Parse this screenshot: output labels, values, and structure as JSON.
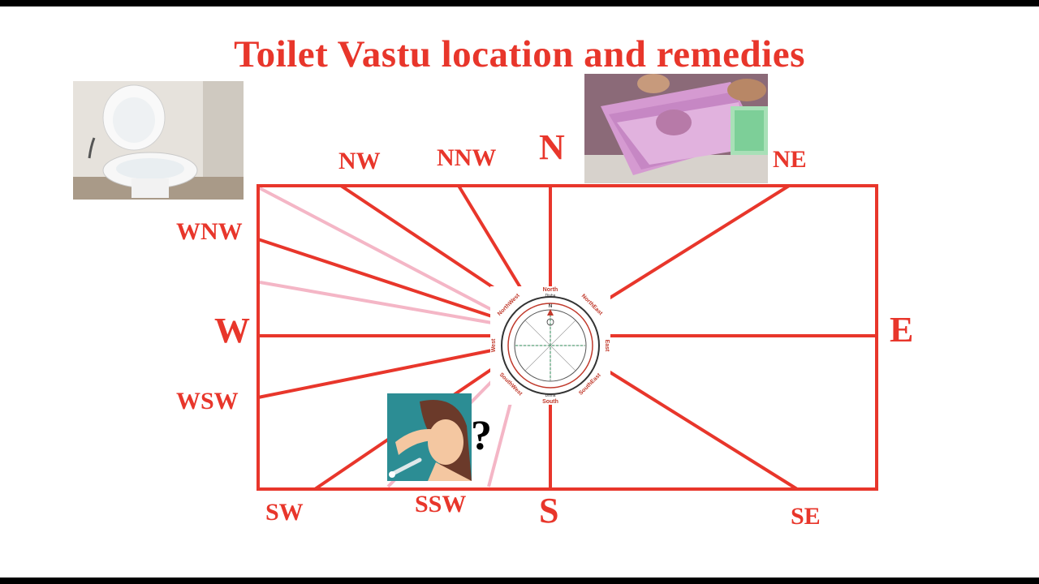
{
  "title": "Toilet Vastu location and remedies",
  "colors": {
    "red": "#e8362b",
    "pink": "#f4b6c6",
    "black": "#000000"
  },
  "directions": {
    "n": "N",
    "s": "S",
    "e": "E",
    "w": "W",
    "nw": "NW",
    "nnw": "NNW",
    "ne": "NE",
    "wnw": "WNW",
    "wsw": "WSW",
    "sw": "SW",
    "ssw": "SSW",
    "se": "SE"
  },
  "compass": {
    "north": "North",
    "south": "South",
    "east": "East",
    "west": "West",
    "northwest": "NorthWest",
    "northeast": "NorthEast",
    "southwest": "SouthWest",
    "southeast": "SouthEast",
    "disha": "Disha",
    "n_letter": "N"
  },
  "question_mark": "?",
  "images": {
    "toilet": "toilet-photo",
    "money": "money-photo",
    "woman": "woman-headache-illustration"
  }
}
